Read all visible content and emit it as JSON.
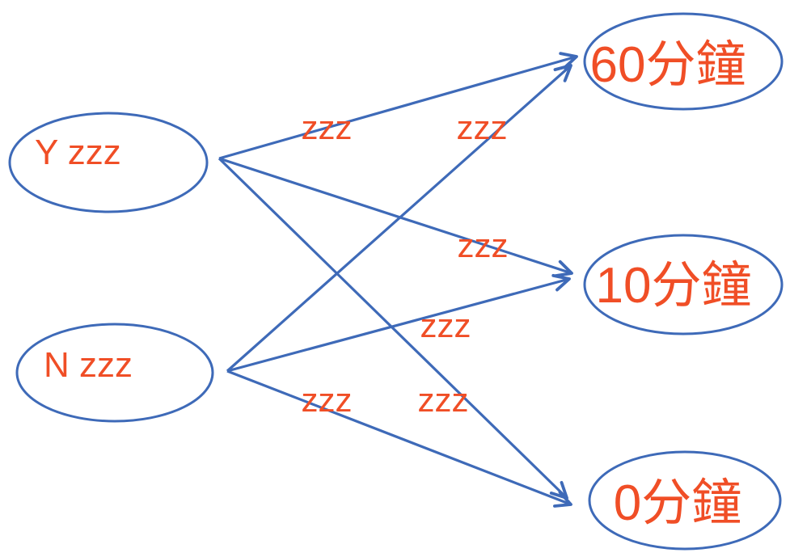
{
  "diagram": {
    "left_nodes": [
      {
        "id": "y",
        "label": "Y zzz"
      },
      {
        "id": "n",
        "label": "N zzz"
      }
    ],
    "right_nodes": [
      {
        "id": "m60",
        "label": "60分鐘"
      },
      {
        "id": "m10",
        "label": "10分鐘"
      },
      {
        "id": "m0",
        "label": "0分鐘"
      }
    ],
    "edges": [
      {
        "from": "Y zzz",
        "to": "60分鐘",
        "label": "zzz"
      },
      {
        "from": "N zzz",
        "to": "60分鐘",
        "label": "zzz"
      },
      {
        "from": "Y zzz",
        "to": "10分鐘",
        "label": "zzz"
      },
      {
        "from": "N zzz",
        "to": "10分鐘",
        "label": "zzz"
      },
      {
        "from": "N zzz",
        "to": "0分鐘",
        "label": "zzz"
      },
      {
        "from": "Y zzz",
        "to": "0分鐘",
        "label": "zzz"
      }
    ],
    "colors": {
      "line": "#3E6AB8",
      "text": "#F04E26",
      "background": "#FFFFFF"
    }
  }
}
